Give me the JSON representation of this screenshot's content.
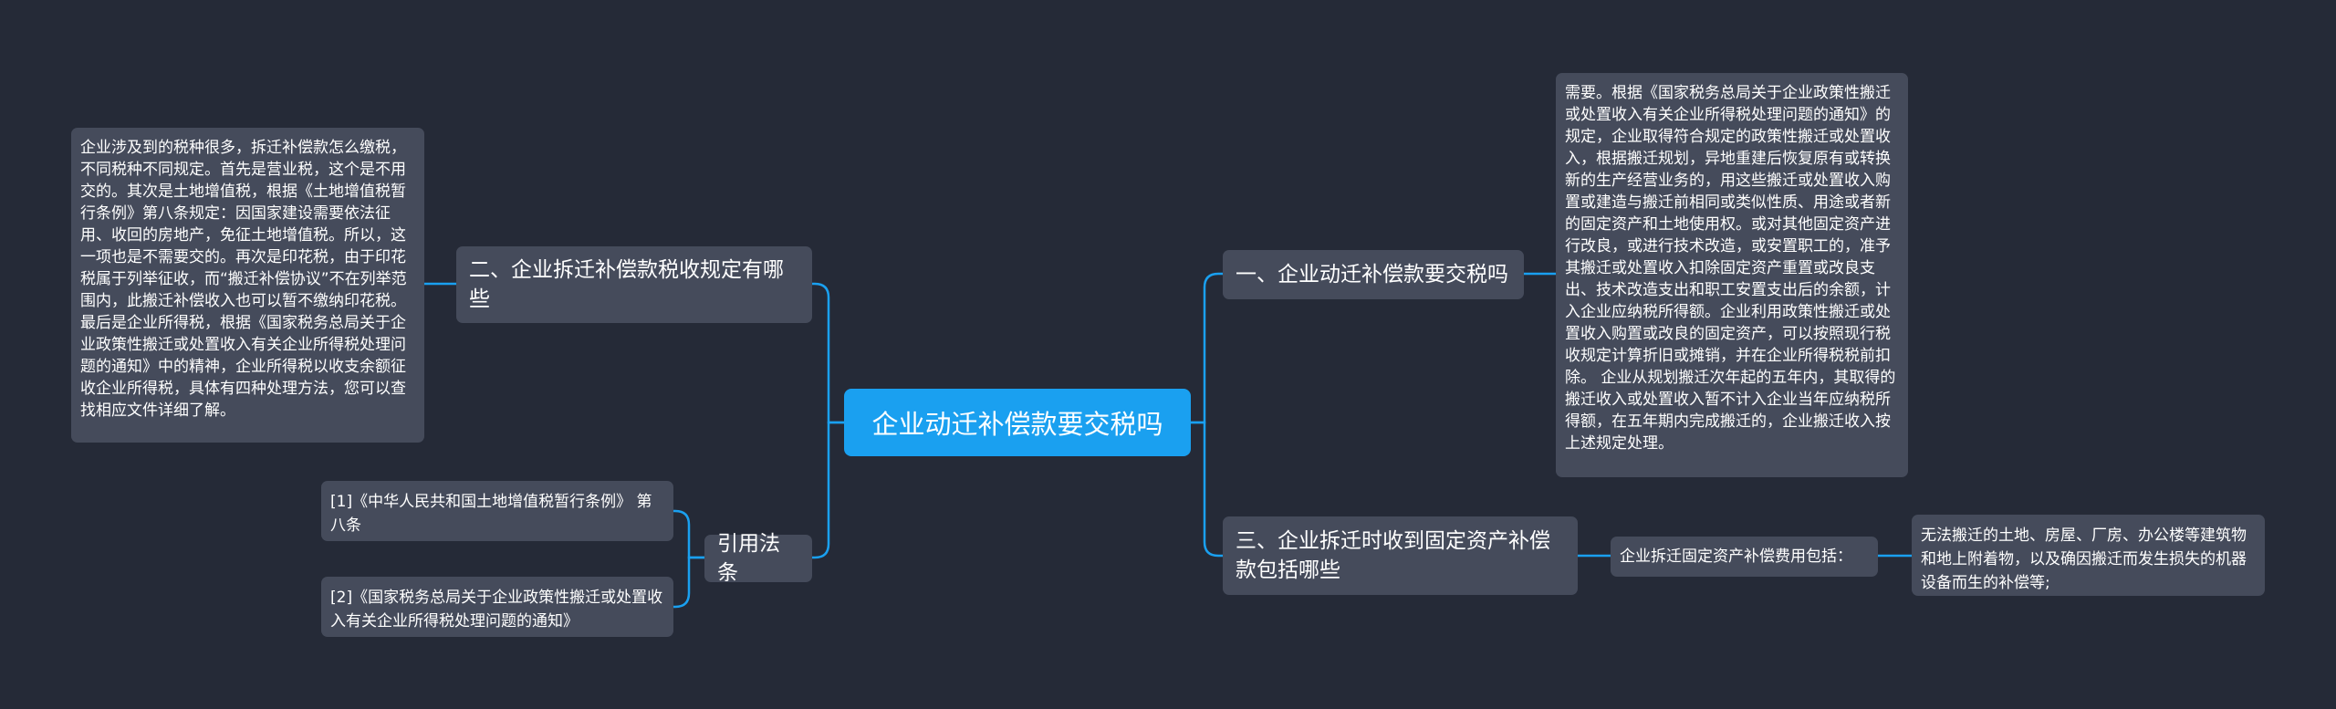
{
  "root": {
    "label": "企业动迁补偿款要交税吗"
  },
  "branches": {
    "b1": "一、企业动迁补偿款要交税吗",
    "b2": "二、企业拆迁补偿款税收规定有哪些",
    "b3": "三、企业拆迁时收到固定资产补偿款包括哪些",
    "b4": "引用法条"
  },
  "leaves": {
    "b1_detail": "需要。根据《国家税务总局关于企业政策性搬迁或处置收入有关企业所得税处理问题的通知》的规定，企业取得符合规定的政策性搬迁或处置收入，根据搬迁规划，异地重建后恢复原有或转换新的生产经营业务的，用这些搬迁或处置收入购置或建造与搬迁前相同或类似性质、用途或者新的固定资产和土地使用权。或对其他固定资产进行改良，或进行技术改造，或安置职工的，准予其搬迁或处置收入扣除固定资产重置或改良支出、技术改造支出和职工安置支出后的余额，计入企业应纳税所得额。企业利用政策性搬迁或处置收入购置或改良的固定资产，可以按照现行税收规定计算折旧或摊销，并在企业所得税税前扣除。 企业从规划搬迁次年起的五年内，其取得的搬迁收入或处置收入暂不计入企业当年应纳税所得额，在五年期内完成搬迁的，企业搬迁收入按上述规定处理。",
    "b2_detail": "企业涉及到的税种很多，拆迁补偿款怎么缴税，不同税种不同规定。首先是营业税，这个是不用交的。其次是土地增值税，根据《土地增值税暂行条例》第八条规定：因国家建设需要依法征用、收回的房地产，免征土地增值税。所以，这一项也是不需要交的。再次是印花税，由于印花税属于列举征收，而“搬迁补偿协议”不在列举范围内，此搬迁补偿收入也可以暂不缴纳印花税。最后是企业所得税，根据《国家税务总局关于企业政策性搬迁或处置收入有关企业所得税处理问题的通知》中的精神，企业所得税以收支余额征收企业所得税，具体有四种处理方法，您可以查找相应文件详细了解。",
    "b3_mid": "企业拆迁固定资产补偿费用包括：",
    "b3_detail": "无法搬迁的土地、房屋、厂房、办公楼等建筑物和地上附着物，以及确因搬迁而发生损失的机器设备而生的补偿等;",
    "ref1": "[1]《中华人民共和国土地增值税暂行条例》 第八条",
    "ref2": "[2]《国家税务总局关于企业政策性搬迁或处置收入有关企业所得税处理问题的通知》"
  },
  "colors": {
    "background": "#252a37",
    "root": "#1aa0f0",
    "node": "#454b5b",
    "connector": "#1aa0f0"
  }
}
